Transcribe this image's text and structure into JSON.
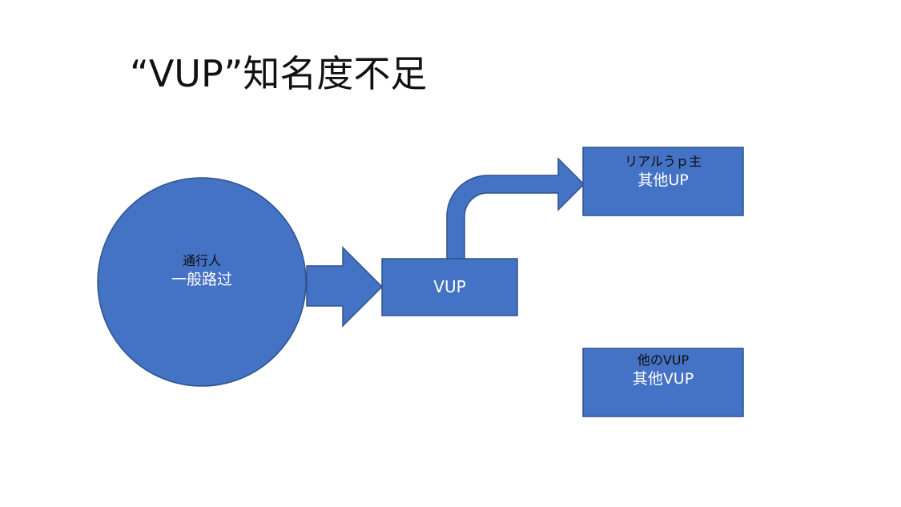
{
  "title": "“VUP”知名度不足",
  "colors": {
    "fill": "#4472c4",
    "stroke": "#2f528f",
    "background": "#ffffff"
  },
  "nodes": {
    "passerby": {
      "label_jp": "通行人",
      "label_cn": "一般路过"
    },
    "vup": {
      "label": "VUP"
    },
    "other_up": {
      "label_jp": "リアルうｐ主",
      "label_cn": "其他UP"
    },
    "other_vup": {
      "label_jp": "他のVUP",
      "label_cn": "其他VUP"
    }
  },
  "edges": [
    {
      "from": "passerby",
      "to": "vup"
    },
    {
      "from": "vup",
      "to": "other_up"
    }
  ]
}
